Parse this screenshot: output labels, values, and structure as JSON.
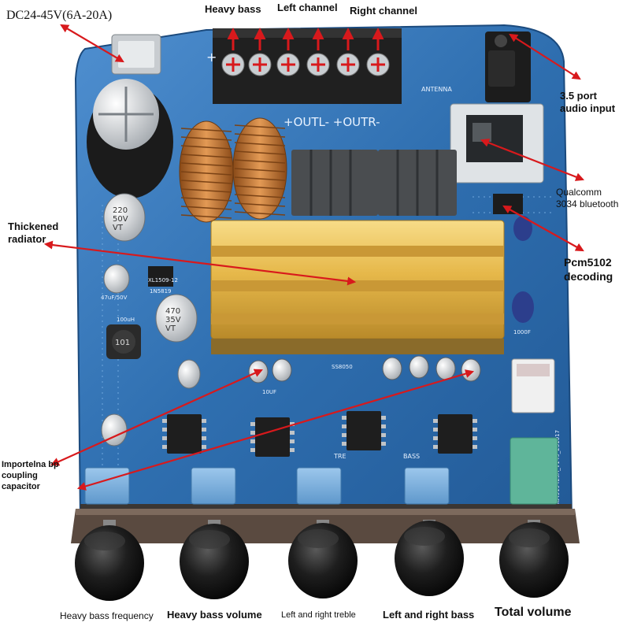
{
  "callouts": {
    "power": "DC24-45V(6A-20A)",
    "heavy_bass": "Heavy bass",
    "left_channel": "Left channel",
    "right_channel": "Right channel",
    "audio_input": "3.5 port\naudio input",
    "bluetooth": "Qualcomm\n3034 bluetooth",
    "radiator": "Thickened\nradiator",
    "decoding": "Pcm5102\ndecoding",
    "capacitor": "Importelna bp\ncoupling\ncapacitor"
  },
  "knob_labels": [
    "Heavy bass frequency",
    "Heavy bass volume",
    "Left and right treble",
    "Left and right bass",
    "Total volume"
  ],
  "board_text": {
    "terminal_out": "+OUTL-  +OUTR-",
    "antenna": "ANTENNA",
    "cap_main": "220\n50V\nVT",
    "cap_470": "470\n35V\nVT",
    "chip_xl": "XL1509-12",
    "diode": "1N5819",
    "inductor": "101",
    "inductor_value": "100uH",
    "small_cap": "47uF/50V",
    "coupling_value": "10UF",
    "tre_label": "TRE",
    "bass_label": "BASS",
    "cap_1000": "1000F",
    "pcb_code": "KM519429A_V149_231017",
    "ss_label": "SS8050",
    "plus_mark": "+"
  },
  "colors": {
    "pcb_blue": "#2f6fb0",
    "heatsink_gold": "#e6b84a",
    "arrow_red": "#d8191c",
    "terminal_black": "#202020"
  }
}
